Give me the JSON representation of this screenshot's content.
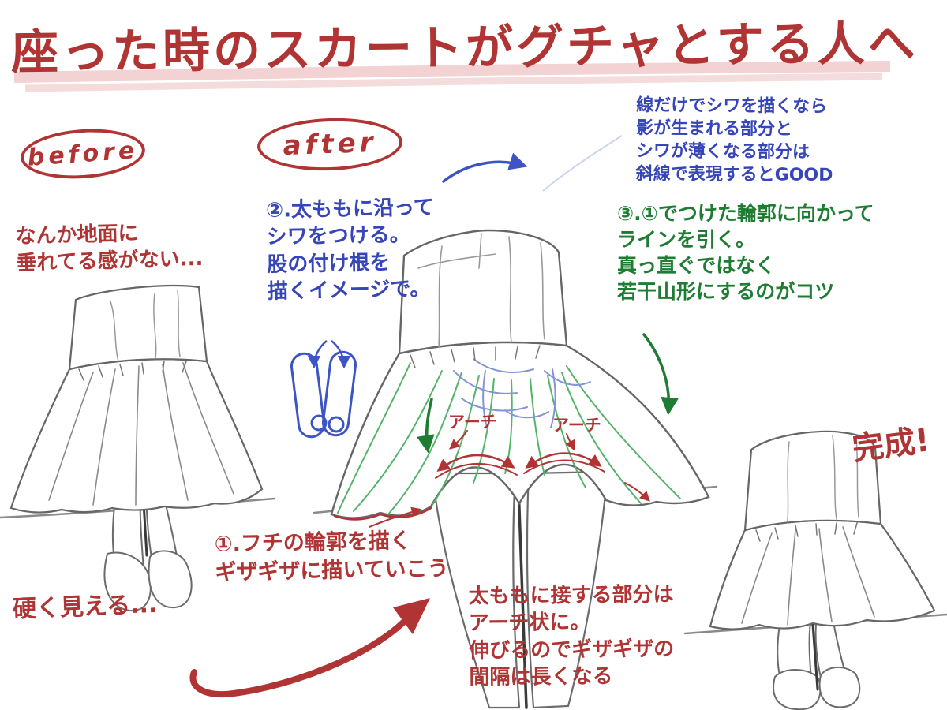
{
  "title": "座った時のスカートがグチャとする人へ",
  "badges": {
    "before": "before",
    "after": "after"
  },
  "notes": {
    "shading_tip": "線だけでシワを描くなら\n影が生まれる部分と\nシワが薄くなる部分は\n斜線で表現するとGOOD",
    "step2": "②.太ももに沿って\nシワをつける。\n股の付け根を\n描くイメージで。",
    "step3": "③.①でつけた輪郭に向かって\nラインを引く。\n真っ直ぐではなく\n若干山形にするのがコツ",
    "before_problem1": "なんか地面に\n垂れてる感がない...",
    "before_problem2": "硬く見える...",
    "step1": "①.フチの輪郭を描く\nギザギザに描いていこう",
    "arch_detail": "太ももに接する部分は\nアーチ状に。\n伸びるのでギザギザの\n間隔は長くなる",
    "arch_label": "アーチ",
    "done": "完成!"
  },
  "colors": {
    "annotation_red": "#b03434",
    "annotation_blue": "#3646b8",
    "annotation_green": "#1f7d33",
    "guide_green": "#55b36a",
    "wrinkle_blue": "#8494d6",
    "pencil": "#6b6b6b",
    "underline_pink": "#f0caca"
  }
}
